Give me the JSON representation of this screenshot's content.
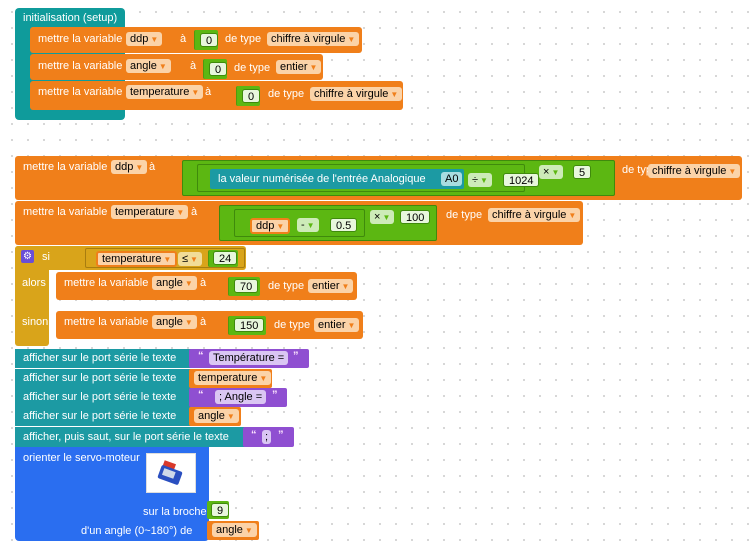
{
  "setup_block": {
    "title": "initialisation (setup)",
    "statements": [
      {
        "prefix": "mettre la variable",
        "var": "ddp",
        "to": "à",
        "value": "0",
        "type_label": "de type",
        "type": "chiffre à virgule"
      },
      {
        "prefix": "mettre la variable",
        "var": "angle",
        "to": "à",
        "value": "0",
        "type_label": "de type",
        "type": "entier"
      },
      {
        "prefix": "mettre la variable",
        "var": "temperature",
        "to": "à",
        "value": "0",
        "type_label": "de type",
        "type": "chiffre à virgule"
      }
    ]
  },
  "loop_block": {
    "set_ddp": {
      "prefix": "mettre la variable",
      "var": "ddp",
      "to": "à",
      "analog_label": "la valeur numérisée de l'entrée Analogique",
      "pin": "A0",
      "op1": "÷",
      "divisor": "1024",
      "op2": "×",
      "multiplier": "5",
      "type_label": "de type",
      "type": "chiffre à virgule"
    },
    "set_temperature": {
      "prefix": "mettre la variable",
      "var": "temperature",
      "to": "à",
      "operand_var": "ddp",
      "op1": "-",
      "subtract": "0.5",
      "op2": "×",
      "multiplier": "100",
      "type_label": "de type",
      "type": "chiffre à virgule"
    },
    "if_block": {
      "if_label": "si",
      "cond_var": "temperature",
      "cond_op": "≤",
      "cond_value": "24",
      "then_label": "alors",
      "then_stmt": {
        "prefix": "mettre la variable",
        "var": "angle",
        "to": "à",
        "value": "70",
        "type_label": "de type",
        "type": "entier"
      },
      "else_label": "sinon",
      "else_stmt": {
        "prefix": "mettre la variable",
        "var": "angle",
        "to": "à",
        "value": "150",
        "type_label": "de type",
        "type": "entier"
      }
    },
    "serial": [
      {
        "label": "afficher sur le port série le texte",
        "kind": "text",
        "value": "Température ="
      },
      {
        "label": "afficher sur le port série le texte",
        "kind": "var",
        "value": "temperature"
      },
      {
        "label": "afficher sur le port série le texte",
        "kind": "text",
        "value": "; Angle ="
      },
      {
        "label": "afficher sur le port série le texte",
        "kind": "var",
        "value": "angle"
      },
      {
        "label": "afficher, puis saut, sur le port série le texte",
        "kind": "text",
        "value": ";"
      }
    ],
    "servo": {
      "title": "orienter le servo-moteur",
      "pin_label": "sur la broche",
      "pin": "9",
      "angle_label": "d'un angle (0~180°) de",
      "angle_var": "angle"
    }
  },
  "quote_open": "“",
  "quote_close": "”",
  "dropdown_arrow": "▼",
  "colors": {
    "setup": "#0f9b9b",
    "variable": "#f07f1a",
    "math": "#5cb712",
    "logic": "#d9a41a",
    "text": "#8f4fd1",
    "servo": "#2a6ef0",
    "serial": "#1c9aa3"
  }
}
